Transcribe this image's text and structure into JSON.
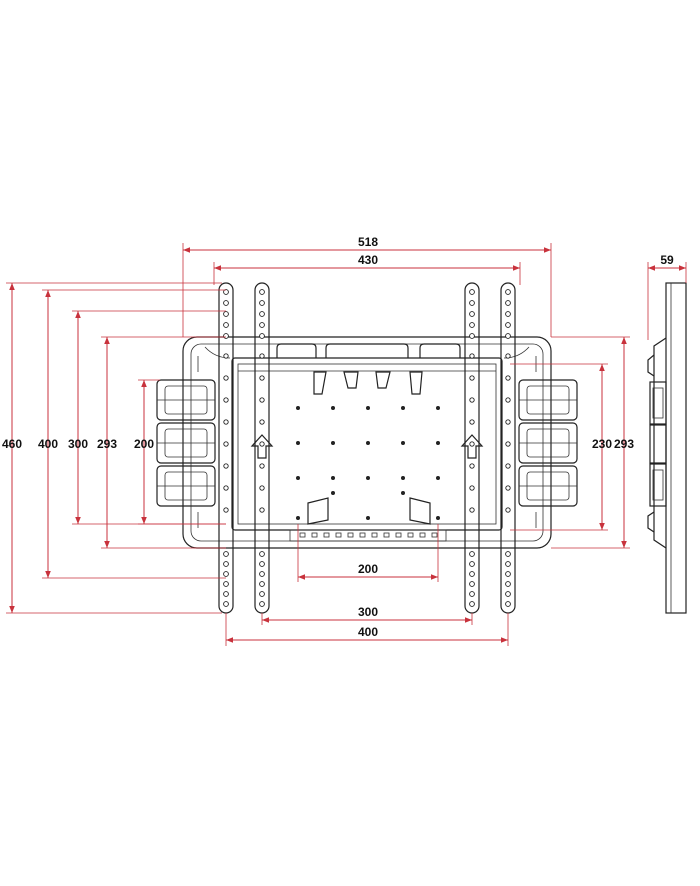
{
  "colors": {
    "dimension_line": "#c8323c",
    "outline": "#222222",
    "text": "#111111",
    "background": "#ffffff"
  },
  "dimensions": {
    "overall_width": "518",
    "plate_width": "430",
    "depth": "59",
    "overall_height": "460",
    "height_400": "400",
    "height_300": "300",
    "height_293_left": "293",
    "height_200_left": "200",
    "height_230_right": "230",
    "height_293_right": "293",
    "bottom_200": "200",
    "bottom_300": "300",
    "bottom_400": "400"
  }
}
